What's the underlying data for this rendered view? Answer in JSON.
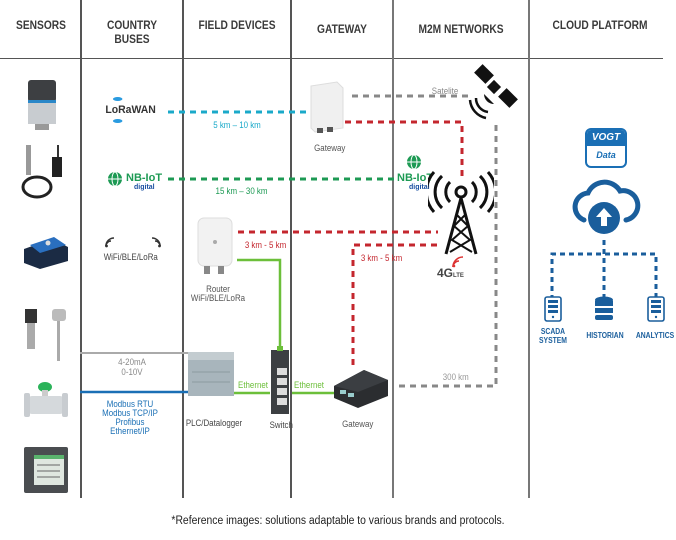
{
  "headers": {
    "sensors": "SENSORS",
    "country_buses": "COUNTRY BUSES",
    "field_devices": "FIELD DEVICES",
    "gateway": "GATEWAY",
    "m2m_networks": "M2M NETWORKS",
    "cloud_platform": "CLOUD PLATFORM"
  },
  "protocols": {
    "lorawan": "LoRaWAN",
    "nbiot": "NB-IoT",
    "nbiot_sub": "digital",
    "nbiot_right": "NB-IoT",
    "nbiot_right_sub": "digital",
    "wifi_ble_lora": "WiFi/BLE/LoRa",
    "analog_1": "4-20mA",
    "analog_2": "0-10V",
    "bus_1": "Modbus RTU",
    "bus_2": "Modbus TCP/IP",
    "bus_3": "Profibus",
    "bus_4": "Ethernet/IP"
  },
  "links": {
    "lorawan_range": "5 km – 10 km",
    "nbiot_range": "15 km – 30 km",
    "router_range": "3 km - 5 km",
    "gateway_range": "3 km - 5 km",
    "satellite": "Satelite",
    "satellite_range": "300 km",
    "ethernet_1": "Ethernet",
    "ethernet_2": "Ethernet"
  },
  "devices": {
    "lora_gateway": "Gateway",
    "router_1": "Router",
    "router_2": "WiFi/BLE/LoRa",
    "plc": "PLC/Datalogger",
    "switch": "Switch",
    "cell_gateway": "Gateway",
    "lte": "4G",
    "lte_sub": "LTE"
  },
  "cloud": {
    "brand": "VOGT",
    "brand_sub": "Data",
    "scada_1": "SCADA",
    "scada_2": "SYSTEM",
    "historian": "HISTORIAN",
    "analytics": "ANALYTICS"
  },
  "colors": {
    "lora": "#1aa9c9",
    "nbiot": "#1d9a54",
    "cellular": "#c4262e",
    "satellite": "#888888",
    "ethernet": "#6cbf3a",
    "fieldbus": "#1a6fb5",
    "cloud": "#1a5e9c"
  },
  "footer": "*Reference images: solutions adaptable to various brands and protocols."
}
